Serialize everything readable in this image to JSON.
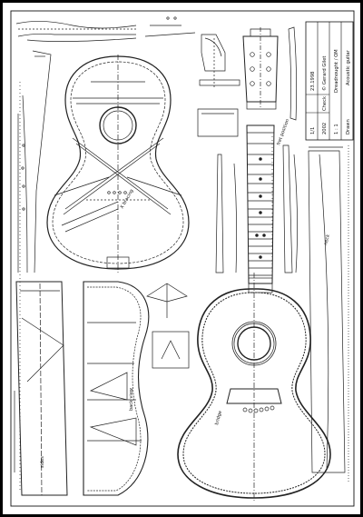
{
  "title_block": {
    "project_label": "Acoustic guitar",
    "model": "Dreadnought / OM",
    "author": "© Gerard Gilet",
    "date": "23.1998",
    "scale": "1 : 1",
    "sheet": "1/1",
    "drawn_by": "Drawn",
    "checked_by": "Check",
    "number": "2002"
  },
  "labels": {
    "bracing_note": "X bracing",
    "bridge_note": "bridge",
    "back_note": "back view",
    "side_note": "sides",
    "neck_note": "neck",
    "fret_note": "fret position"
  }
}
